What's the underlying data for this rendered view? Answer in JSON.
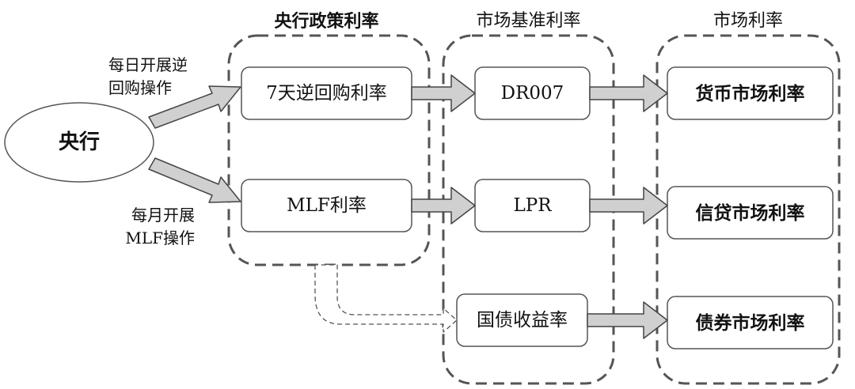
{
  "central_bank": {
    "label": "央行"
  },
  "columns": {
    "policy": {
      "title": "央行政策利率"
    },
    "benchmark": {
      "title": "市场基准利率"
    },
    "market": {
      "title": "市场利率"
    }
  },
  "operations": {
    "daily": {
      "line1": "每日开展逆",
      "line2": "回购操作"
    },
    "monthly": {
      "line1": "每月开展",
      "line2": "MLF操作"
    }
  },
  "policy_rates": {
    "reverse_repo": "7天逆回购利率",
    "mlf": "MLF利率"
  },
  "benchmark_rates": {
    "dr007": "DR007",
    "lpr": "LPR",
    "treasury_yield": "国债收益率"
  },
  "market_rates": {
    "money_market": "货币市场利率",
    "credit_market": "信贷市场利率",
    "bond_market": "债券市场利率"
  },
  "colors": {
    "arrow_fill": "#d0d0d0",
    "stroke": "#444444",
    "dashed_group": "#555555"
  }
}
